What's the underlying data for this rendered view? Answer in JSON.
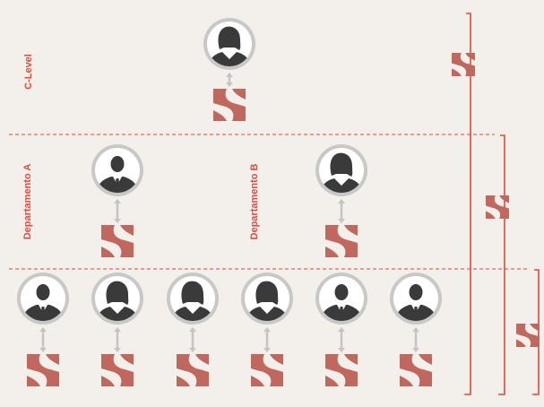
{
  "labels": {
    "level_c": "C-Level",
    "dept_a": "Departamento A",
    "dept_b": "Departamento B"
  },
  "nodes": [
    {
      "id": "ceo",
      "gender": "female"
    },
    {
      "id": "dept-a-head",
      "gender": "male"
    },
    {
      "id": "dept-b-head",
      "gender": "female"
    },
    {
      "id": "staff-1",
      "gender": "male"
    },
    {
      "id": "staff-2",
      "gender": "female"
    },
    {
      "id": "staff-3",
      "gender": "female"
    },
    {
      "id": "staff-4",
      "gender": "female"
    },
    {
      "id": "staff-5",
      "gender": "male"
    },
    {
      "id": "staff-6",
      "gender": "male"
    }
  ],
  "colors": {
    "background": "#f3efeb",
    "accent": "#e24a3c",
    "logo": "#c0675e",
    "avatar": "#3a3a3a",
    "ring": "#c8c8c8",
    "connector": "#c4c4c4"
  },
  "icons": {
    "avatar": "person-silhouette-icon",
    "logo": "brand-mark-icon",
    "connector": "double-arrow-icon"
  }
}
